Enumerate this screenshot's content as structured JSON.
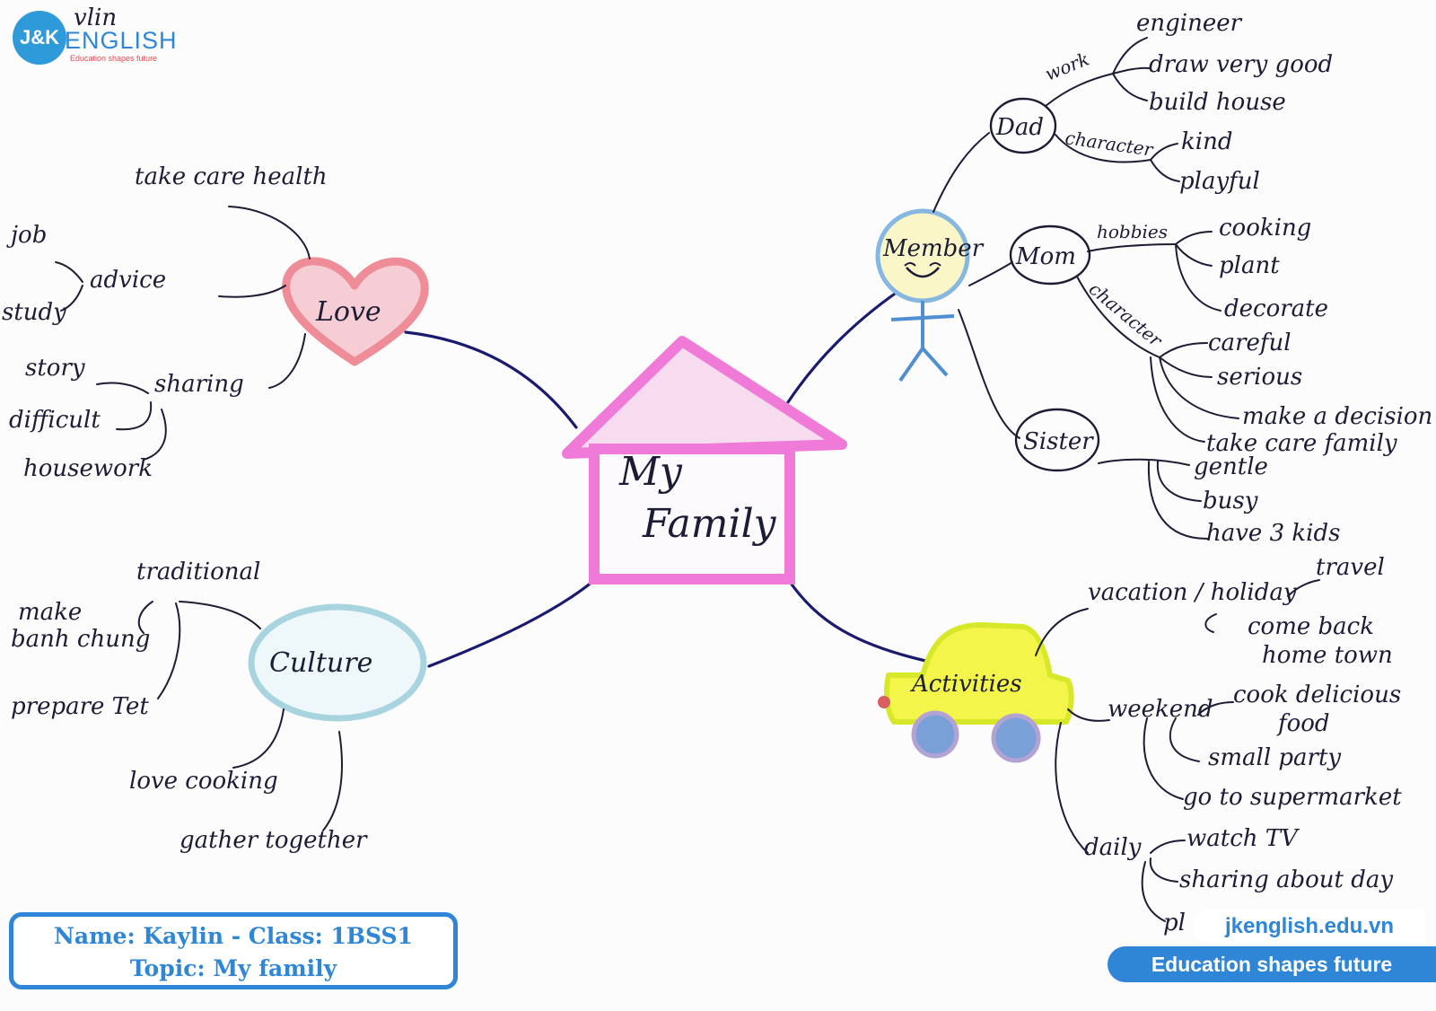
{
  "logo": {
    "mark": "J&K",
    "word": "ENGLISH",
    "tagline": "Education shapes future"
  },
  "center": {
    "line1": "My",
    "line2": "Family"
  },
  "branches": {
    "love": {
      "label": "Love",
      "leaves": [
        "take care health",
        "advice",
        "job",
        "study",
        "sharing",
        "story",
        "difficult",
        "housework"
      ]
    },
    "culture": {
      "label": "Culture",
      "leaves": [
        "traditional",
        "make",
        "banh chung",
        "prepare Tet",
        "love cooking",
        "gather together"
      ]
    },
    "member": {
      "label": "Member",
      "dad": {
        "label": "Dad",
        "work_label": "work",
        "work": [
          "engineer",
          "draw very good",
          "build house"
        ],
        "character_label": "character",
        "character": [
          "kind",
          "playful"
        ]
      },
      "mom": {
        "label": "Mom",
        "hobbies_label": "hobbies",
        "hobbies": [
          "cooking",
          "plant",
          "decorate"
        ],
        "character_label": "character",
        "character": [
          "careful",
          "serious",
          "make a decision",
          "take care family"
        ]
      },
      "sister": {
        "label": "Sister",
        "traits": [
          "gentle",
          "busy",
          "have 3 kids"
        ]
      }
    },
    "activities": {
      "label": "Activities",
      "vacation_label": "vacation / holiday",
      "vacation": [
        "travel",
        "come back",
        "home town"
      ],
      "weekend_label": "weekend",
      "weekend": [
        "cook delicious",
        "food",
        "small party",
        "go to supermarket"
      ],
      "daily_label": "daily",
      "daily": [
        "watch TV",
        "sharing about day",
        "pl"
      ]
    }
  },
  "info_card": {
    "line1": "Name: Kaylin - Class: 1BSS1",
    "line2": "Topic: My family"
  },
  "brand": {
    "url": "jkenglish.edu.vn",
    "tagline": "Education shapes future"
  },
  "corner_note": "vlin"
}
